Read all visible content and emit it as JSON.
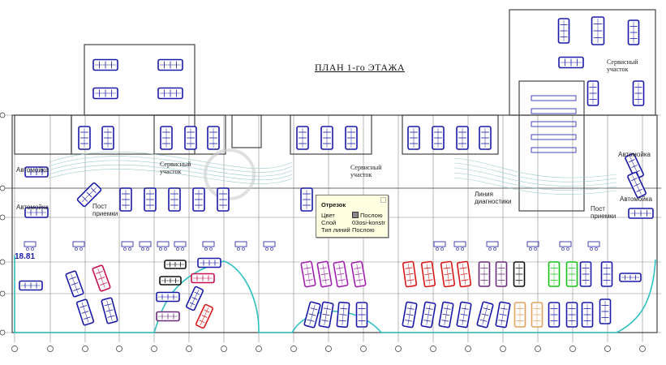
{
  "title": "ПЛАН 1-го ЭТАЖА",
  "labels": {
    "service_area": "Сервисный участок",
    "car_wash": "Автомойка",
    "reception_post": "Пост приемки",
    "diagnostics_line": "Линия диагностики",
    "area_value": "18.81"
  },
  "tooltip": {
    "heading": "Отрезок",
    "rows": [
      {
        "key": "Цвет",
        "value": "Послою"
      },
      {
        "key": "Слой",
        "value": "03osi-konstr"
      },
      {
        "key": "Тип линий",
        "value": "Послою"
      }
    ]
  },
  "colors": {
    "car_blue": "#1a1aa8",
    "car_crimson": "#c8104a",
    "car_red": "#d81818",
    "car_black": "#111111",
    "car_purple": "#6a2a7a",
    "car_magenta": "#a020b0",
    "car_green": "#18c018",
    "car_beige": "#e0a060",
    "wall_cyan": "#2cc0c0",
    "grid": "#888888"
  }
}
